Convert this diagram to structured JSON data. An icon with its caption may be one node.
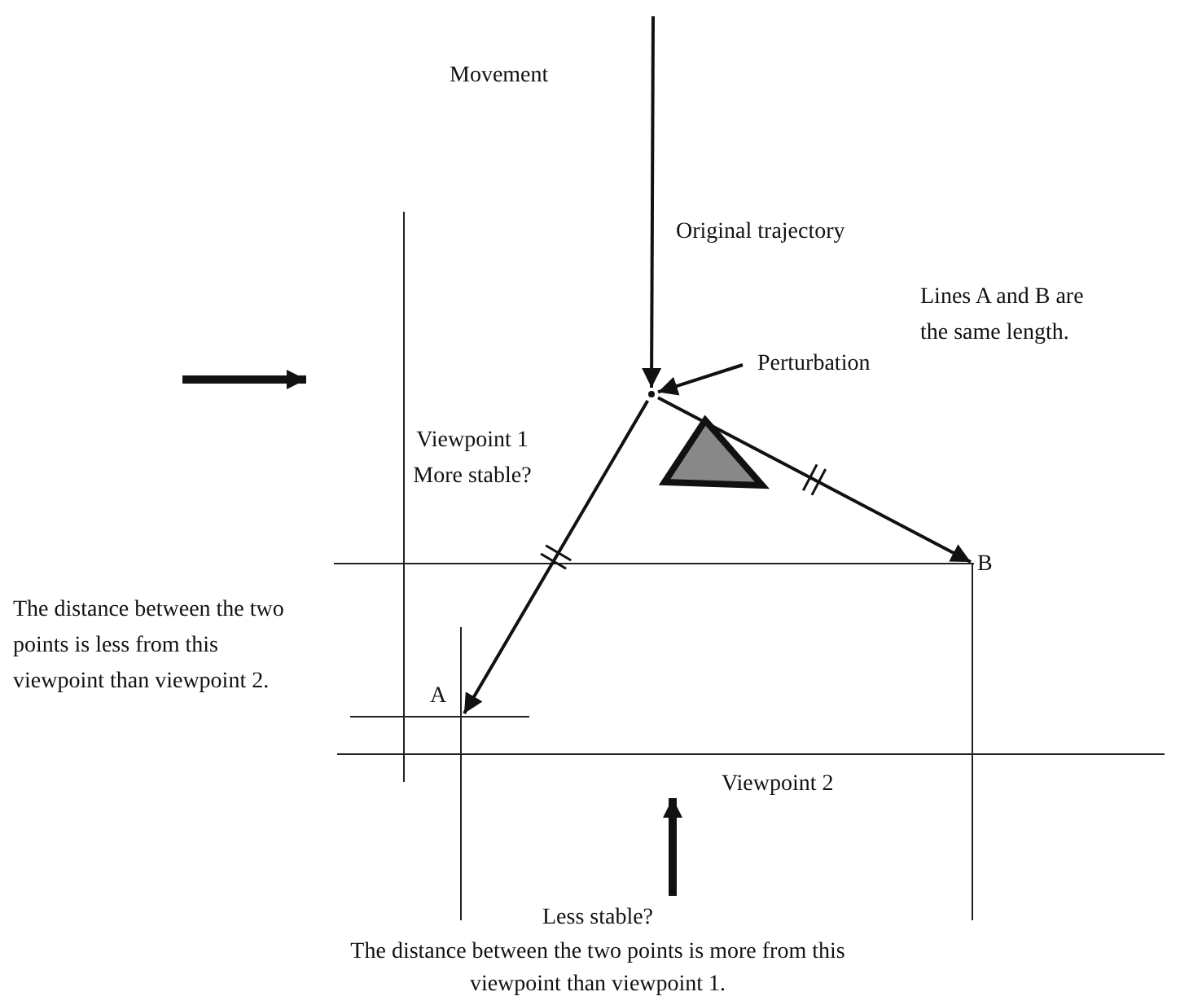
{
  "diagram": {
    "nodes": [
      {
        "text": [],
        "shape": "point"
      },
      {
        "text": [
          "B"
        ]
      },
      {
        "text": [
          "A"
        ]
      }
    ],
    "edges": [
      {
        "from": null,
        "to": 0,
        "arrow": "to"
      },
      {
        "from": null,
        "to": 0,
        "arrow": "to"
      },
      {
        "from": 0,
        "to": 2,
        "arrow": "to"
      },
      {
        "from": 0,
        "to": 1,
        "arrow": "to"
      }
    ],
    "labels": [
      "Movement",
      "Original trajectory",
      "Perturbation",
      "Lines A and B are the same length.",
      "Viewpoint 1",
      "More stable?",
      "The distance between the two points is less from this viewpoint than viewpoint 2.",
      "Viewpoint 2",
      "Less stable?",
      "The distance between the two points is more from this viewpoint than viewpoint 1."
    ]
  }
}
